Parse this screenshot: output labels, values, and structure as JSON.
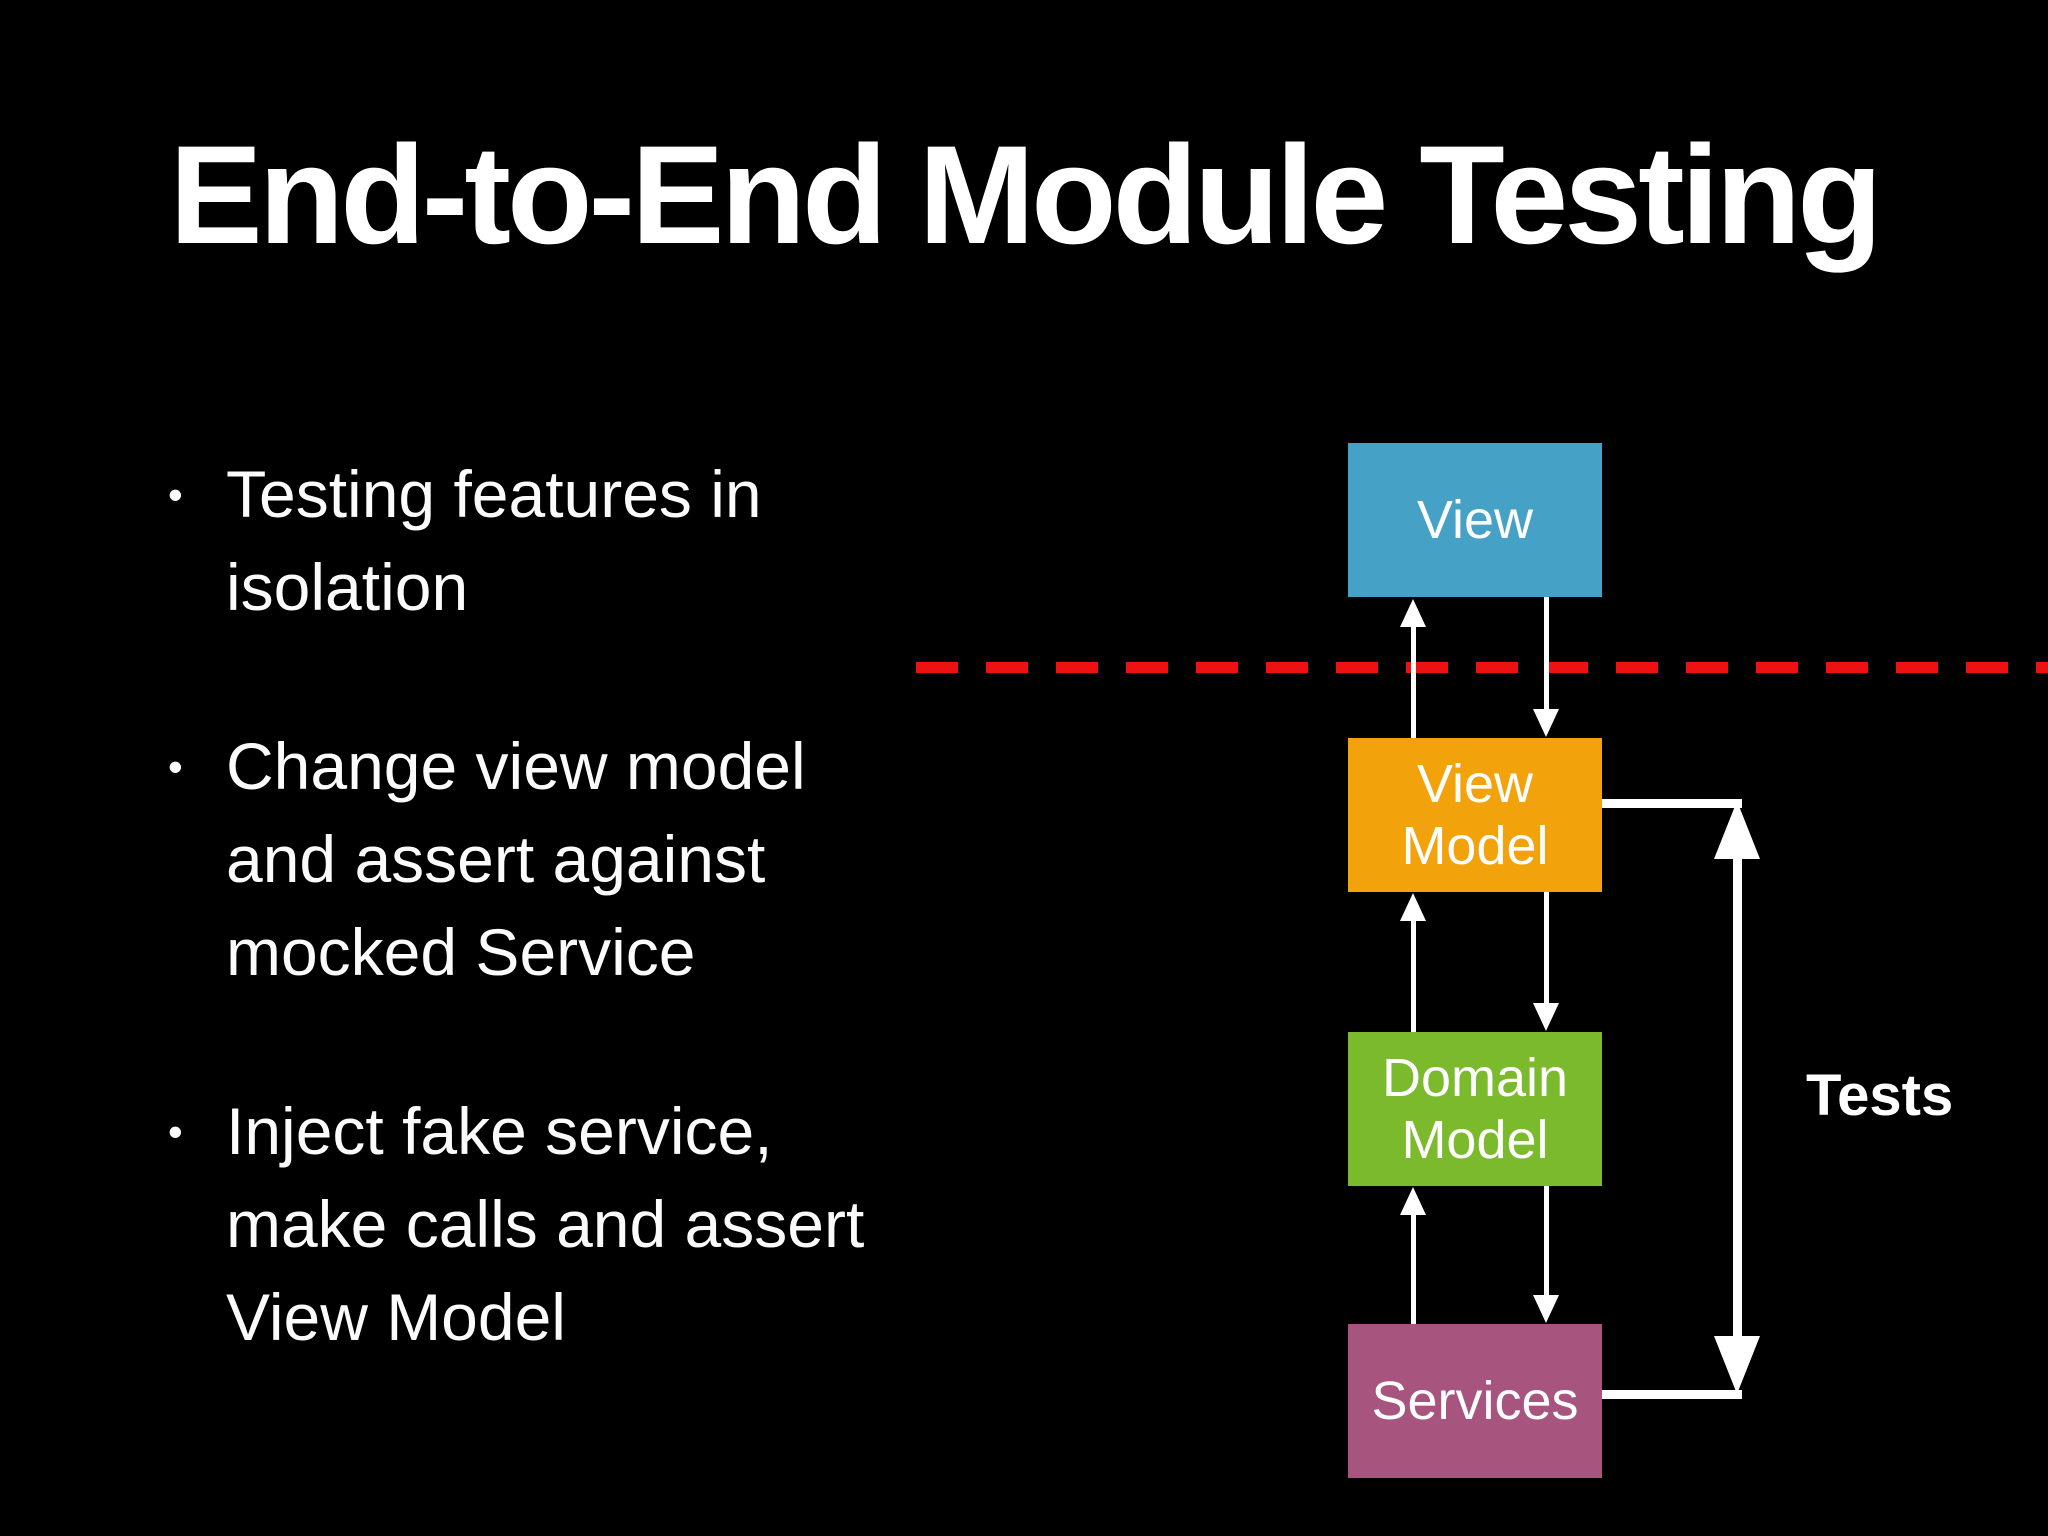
{
  "slide": {
    "title": "End-to-End Module Testing",
    "bullet_char": "•",
    "bullets": [
      {
        "lines": [
          "Testing features in",
          "isolation"
        ]
      },
      {
        "lines": [
          "Change view model",
          "and assert against",
          "mocked Service"
        ]
      },
      {
        "lines": [
          "Inject fake service,",
          "make calls and assert",
          "View Model"
        ]
      }
    ]
  },
  "diagram": {
    "layers": [
      {
        "label": "View",
        "color": "#45a2c6"
      },
      {
        "label": "View Model",
        "color": "#f2a30b"
      },
      {
        "label": "Domain Model",
        "color": "#7bb92d"
      },
      {
        "label": "Services",
        "color": "#a7547f"
      }
    ],
    "tests_label": "Tests",
    "colors": {
      "boundary_dashed_line": "#ee1111",
      "arrows": "#ffffff",
      "background": "#000000",
      "text": "#ffffff"
    }
  }
}
